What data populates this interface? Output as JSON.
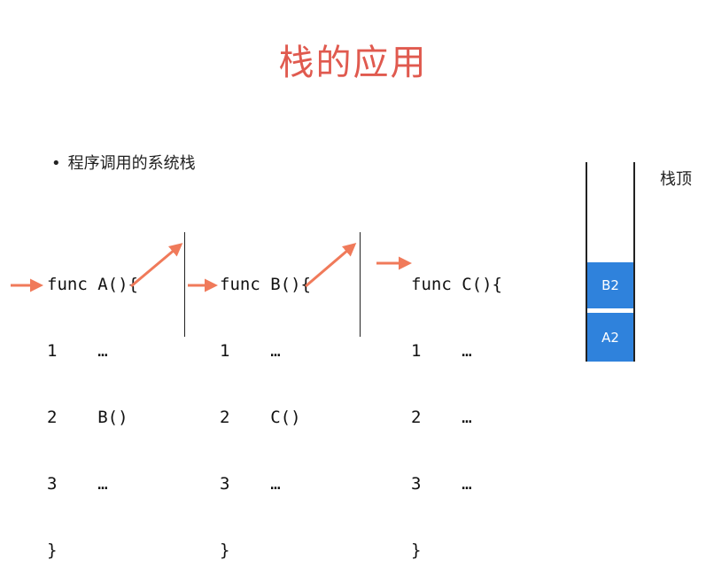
{
  "title": "栈的应用",
  "bullet": "程序调用的系统栈",
  "functions": [
    {
      "header": "func A(){",
      "lines": [
        "1    …",
        "2    B()",
        "3    …"
      ],
      "close": "}"
    },
    {
      "header": "func B(){",
      "lines": [
        "1    …",
        "2    C()",
        "3    …"
      ],
      "close": "}"
    },
    {
      "header": "func C(){",
      "lines": [
        "1    …",
        "2    …",
        "3    …"
      ],
      "close": "}"
    }
  ],
  "stack": {
    "top_label": "栈顶",
    "items": [
      "B2",
      "A2"
    ]
  },
  "colors": {
    "title": "#e05a4f",
    "arrow": "#f07a5a",
    "stack_item": "#2f82dc"
  }
}
